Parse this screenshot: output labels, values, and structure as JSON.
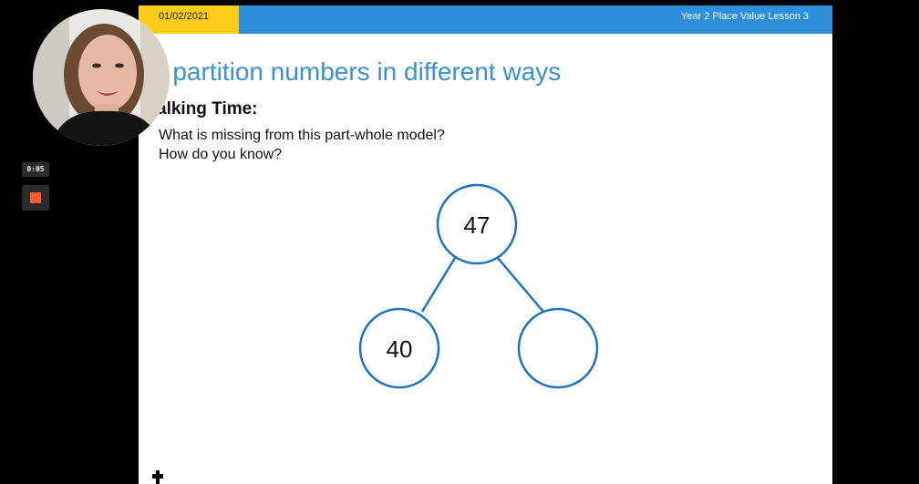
{
  "recording": {
    "timer": "0:05",
    "stop_icon": "stop-icon",
    "stop_color": "#ff5c2b"
  },
  "slide": {
    "date": "01/02/2021",
    "lesson": "Year 2 Place Value Lesson 3",
    "title": "o partition numbers in different ways",
    "subheading": "alking Time:",
    "question_line1": "What is missing from this part-whole model?",
    "question_line2": "How do you know?",
    "header_color": "#2d8fdc",
    "date_color": "#fbcc1a",
    "title_color": "#3a8fd6"
  },
  "part_whole": {
    "whole": "47",
    "parts": [
      "40",
      ""
    ],
    "circle_color": "#1c72c4"
  },
  "webcam": {
    "icon": "webcam-presenter"
  }
}
